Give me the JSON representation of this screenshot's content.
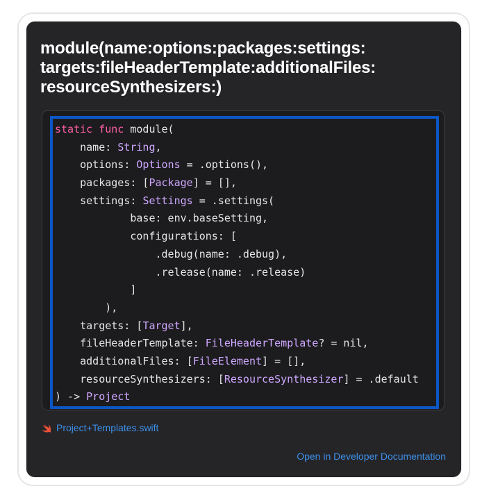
{
  "popover": {
    "title_lines": [
      "module(name:options:packages:settings:",
      "targets:fileHeaderTemplate:additionalFiles:",
      "resourceSynthesizers:)"
    ],
    "code_lines": [
      [
        {
          "t": "kw",
          "v": "static"
        },
        {
          "t": "plain",
          "v": " "
        },
        {
          "t": "kw",
          "v": "func"
        },
        {
          "t": "plain",
          "v": " module("
        }
      ],
      [
        {
          "t": "plain",
          "v": "    name: "
        },
        {
          "t": "type",
          "v": "String"
        },
        {
          "t": "plain",
          "v": ","
        }
      ],
      [
        {
          "t": "plain",
          "v": "    options: "
        },
        {
          "t": "type",
          "v": "Options"
        },
        {
          "t": "plain",
          "v": " = .options(),"
        }
      ],
      [
        {
          "t": "plain",
          "v": "    packages: ["
        },
        {
          "t": "type",
          "v": "Package"
        },
        {
          "t": "plain",
          "v": "] = [],"
        }
      ],
      [
        {
          "t": "plain",
          "v": "    settings: "
        },
        {
          "t": "type",
          "v": "Settings"
        },
        {
          "t": "plain",
          "v": " = .settings("
        }
      ],
      [
        {
          "t": "plain",
          "v": "            base: env.baseSetting,"
        }
      ],
      [
        {
          "t": "plain",
          "v": "            configurations: ["
        }
      ],
      [
        {
          "t": "plain",
          "v": "                .debug(name: .debug),"
        }
      ],
      [
        {
          "t": "plain",
          "v": "                .release(name: .release)"
        }
      ],
      [
        {
          "t": "plain",
          "v": "            ]"
        }
      ],
      [
        {
          "t": "plain",
          "v": "        ),"
        }
      ],
      [
        {
          "t": "plain",
          "v": "    targets: ["
        },
        {
          "t": "type",
          "v": "Target"
        },
        {
          "t": "plain",
          "v": "],"
        }
      ],
      [
        {
          "t": "plain",
          "v": "    fileHeaderTemplate: "
        },
        {
          "t": "type",
          "v": "FileHeaderTemplate"
        },
        {
          "t": "plain",
          "v": "? = nil,"
        }
      ],
      [
        {
          "t": "plain",
          "v": "    additionalFiles: ["
        },
        {
          "t": "type",
          "v": "FileElement"
        },
        {
          "t": "plain",
          "v": "] = [],"
        }
      ],
      [
        {
          "t": "plain",
          "v": "    resourceSynthesizers: ["
        },
        {
          "t": "type",
          "v": "ResourceSynthesizer"
        },
        {
          "t": "plain",
          "v": "] = .default"
        }
      ],
      [
        {
          "t": "plain",
          "v": ") -> "
        },
        {
          "t": "type",
          "v": "Project"
        }
      ]
    ],
    "source_file": {
      "icon": "swift-icon",
      "label": "Project+Templates.swift"
    },
    "doc_link_label": "Open in Developer Documentation",
    "colors": {
      "keyword": "#fc5fa3",
      "type": "#d0a8ff",
      "plain": "#e6e6e6",
      "link": "#3d8fe8",
      "highlight_border": "#0b57c6",
      "swift_icon": "#f05138"
    }
  }
}
